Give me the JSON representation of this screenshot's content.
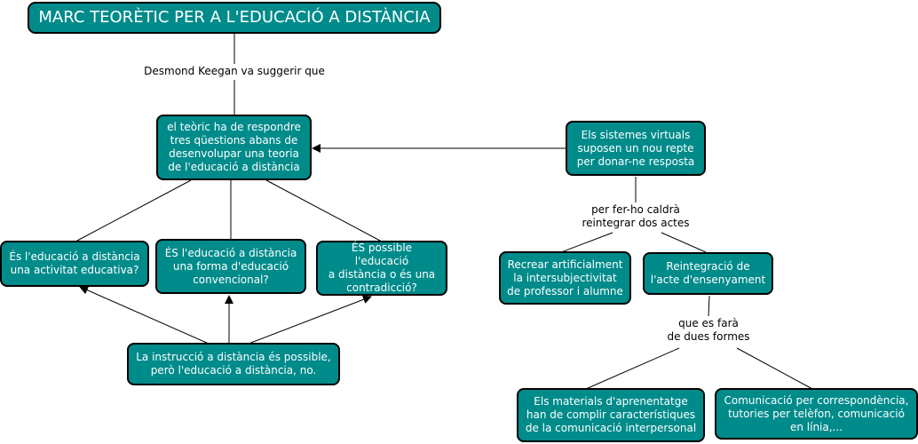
{
  "diagram": {
    "title": "MARC TEORÈTIC PER A L'EDUCACIÓ A DISTÀNCIA",
    "colors": {
      "node_fill": "#008b8b",
      "node_border": "#000000",
      "node_text": "#ffffff",
      "line": "#000000"
    },
    "nodes": {
      "title": "MARC TEORÈTIC PER A L'EDUCACIÓ A DISTÀNCIA",
      "theorist": "el teòric ha de respondre\ntres qüestions abans de\ndesenvolupar una teoria\nde l'educació a distància",
      "virtual": "Els sistemes virtuals\nsuposen un nou repte\nper donar-ne resposta",
      "q1": "És l'educació a distància\nuna activitat educativa?",
      "q2": "ÉS l'educació a distància\nuna forma d'educació\nconvencional?",
      "q3": "ÉS possible l'educació\na distància o és una\ncontradicció?",
      "instruction": "La instrucció a distància és possible,\nperò l'educació a distància, no.",
      "recreate": "Recrear artificialment\nla intersubjectivitat\nde professor i alumne",
      "reintegration": "Reintegració de\nl'acte d'ensenyament",
      "materials": "Els materials d'aprenentatge\nhan de complir característiques\nde la comunicació interpersonal",
      "communication": "Comunicació per correspondència,\ntutories per telèfon, comunicació\nen línia,..."
    },
    "labels": {
      "keegan": "Desmond Keegan va suggerir que",
      "caldra": "per fer-ho caldrà\nreintegrar dos actes",
      "formes": "que es farà\nde dues formes"
    }
  }
}
